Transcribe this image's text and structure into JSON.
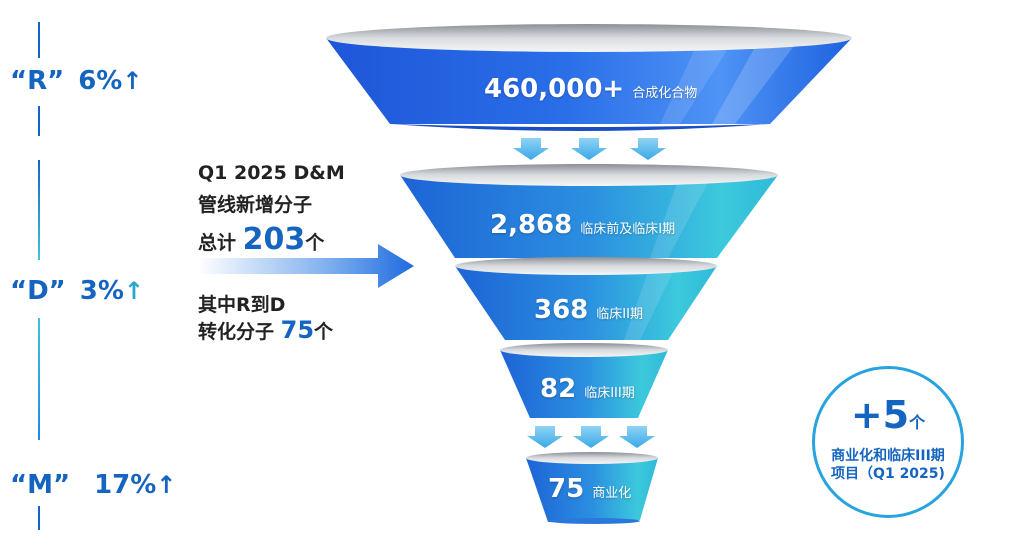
{
  "stages_left": [
    {
      "key": "“R”",
      "pct": "6%",
      "arrow": "↑",
      "color": "#1565c0"
    },
    {
      "key": "“D”",
      "pct": "3%",
      "arrow": "↑",
      "color": "#2aa7c9"
    },
    {
      "key": "“M”",
      "pct": "17%",
      "arrow": "↑",
      "color": "#1565c0"
    }
  ],
  "summary": {
    "line1": "Q1 2025 D&M",
    "line2": "管线新增分子",
    "line3_prefix": "总计 ",
    "line3_value": "203",
    "line3_suffix": "个",
    "line4": "其中R到D",
    "line5_prefix": "转化分子 ",
    "line5_value": "75",
    "line5_suffix": "个"
  },
  "funnel": [
    {
      "value": "460,000+",
      "label": "合成化合物"
    },
    {
      "value": "2,868",
      "label": "临床前及临床I期"
    },
    {
      "value": "368",
      "label": "临床II期"
    },
    {
      "value": "82",
      "label": "临床III期"
    },
    {
      "value": "75",
      "label": "商业化"
    }
  ],
  "badge": {
    "value": "+5",
    "unit": "个",
    "caption_line1": "商业化和临床III期",
    "caption_line2": "项目（Q1 2025)"
  },
  "colors": {
    "primary": "#1565c0",
    "accent": "#29a3e0",
    "teal": "#3fd0d8"
  },
  "icons": [
    "down-arrow-icon",
    "right-arrow-icon",
    "up-arrow-icon"
  ]
}
